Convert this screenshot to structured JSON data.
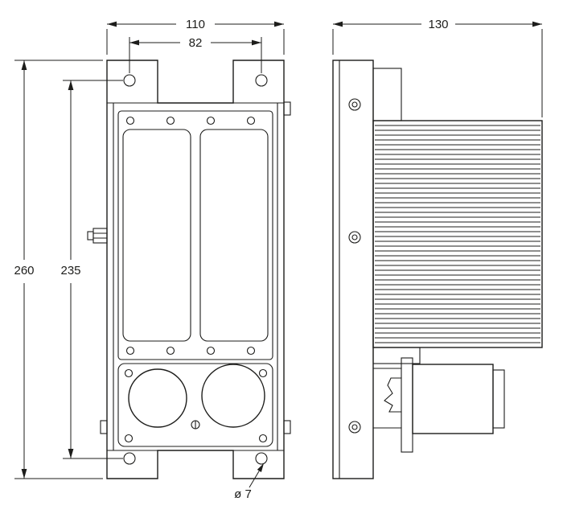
{
  "colors": {
    "line": "#1d1d1b",
    "background": "#ffffff"
  },
  "dimensions": {
    "overall_width": "110",
    "hole_spacing_horizontal": "82",
    "overall_height": "260",
    "hole_spacing_vertical": "235",
    "hole_diameter": "ø 7",
    "overall_depth": "130"
  }
}
